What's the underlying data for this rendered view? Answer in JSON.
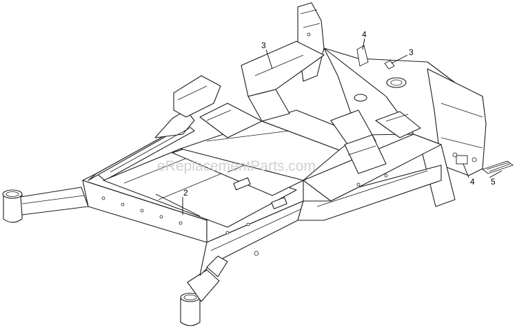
{
  "watermark": "eReplacementParts.com",
  "callouts": [
    {
      "id": "callout-3-left",
      "label": "3"
    },
    {
      "id": "callout-4-top",
      "label": "4"
    },
    {
      "id": "callout-3-right",
      "label": "3"
    },
    {
      "id": "callout-2",
      "label": "2"
    },
    {
      "id": "callout-4-bottom",
      "label": "4"
    },
    {
      "id": "callout-5",
      "label": "5"
    }
  ]
}
